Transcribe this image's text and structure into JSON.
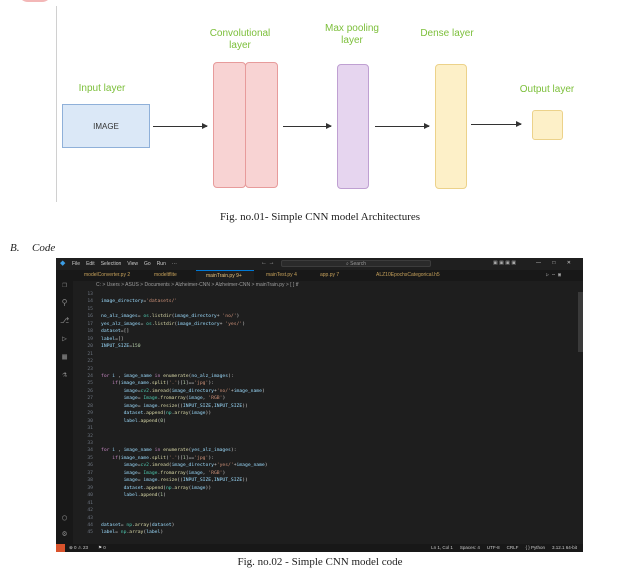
{
  "figure1": {
    "labels": {
      "input": "Input layer",
      "conv": "Convolutional layer",
      "pool": "Max pooling layer",
      "dense": "Dense layer",
      "output": "Output layer"
    },
    "image_box": "IMAGE",
    "caption": "Fig. no.01- Simple CNN model Architectures"
  },
  "section": {
    "letter": "B.",
    "title": "Code"
  },
  "editor": {
    "menu": [
      "File",
      "Edit",
      "Selection",
      "View",
      "Go",
      "Run",
      "···"
    ],
    "search": "Search",
    "tabs": [
      {
        "label": "modelConverter.py 2",
        "active": false
      },
      {
        "label": "modeltflite",
        "active": false
      },
      {
        "label": "mainTrain.py 9+",
        "active": true
      },
      {
        "label": "mainTest.py 4",
        "active": false
      },
      {
        "label": "app.py 7",
        "active": false
      },
      {
        "label": "ALZ10EpochsCategorical.h5",
        "active": false
      }
    ],
    "breadcrumb": "C: > Users > ASUS > Documents > Alzheimer-CNN > Alzheimer-CNN > mainTrain.py > [ ] tf",
    "status_left": [
      "⊗ 0 ⚠ 23",
      "⚑ 0"
    ],
    "status_right": [
      "Ln 1, Col 1",
      "Spaces: 4",
      "UTF-8",
      "CRLF",
      "{ } Python",
      "3.12.1 64-bit"
    ]
  },
  "code_lines": [
    {
      "n": "13",
      "t": ""
    },
    {
      "n": "14",
      "t": "image_directory='datasets/'"
    },
    {
      "n": "15",
      "t": ""
    },
    {
      "n": "16",
      "t": "no_alz_images= os.listdir(image_directory+ 'no/')"
    },
    {
      "n": "17",
      "t": "yes_alz_images= os.listdir(image_directory+ 'yes/')"
    },
    {
      "n": "18",
      "t": "dataset=[]"
    },
    {
      "n": "19",
      "t": "label=[]"
    },
    {
      "n": "20",
      "t": "INPUT_SIZE=150"
    },
    {
      "n": "21",
      "t": ""
    },
    {
      "n": "22",
      "t": ""
    },
    {
      "n": "23",
      "t": ""
    },
    {
      "n": "24",
      "t": "for i , image_name in enumerate(no_alz_images):"
    },
    {
      "n": "25",
      "t": "    if(image_name.split('.')[1]=='jpg'):"
    },
    {
      "n": "26",
      "t": "        image=cv2.imread(image_directory+'no/'+image_name)"
    },
    {
      "n": "27",
      "t": "        image= Image.fromarray(image, 'RGB')"
    },
    {
      "n": "28",
      "t": "        image= image.resize((INPUT_SIZE,INPUT_SIZE))"
    },
    {
      "n": "29",
      "t": "        dataset.append(np.array(image))"
    },
    {
      "n": "30",
      "t": "        label.append(0)"
    },
    {
      "n": "31",
      "t": ""
    },
    {
      "n": "32",
      "t": ""
    },
    {
      "n": "33",
      "t": ""
    },
    {
      "n": "34",
      "t": "for i , image_name in enumerate(yes_alz_images):"
    },
    {
      "n": "35",
      "t": "    if(image_name.split('.')[1]=='jpg'):"
    },
    {
      "n": "36",
      "t": "        image=cv2.imread(image_directory+'yes/'+image_name)"
    },
    {
      "n": "37",
      "t": "        image= Image.fromarray(image, 'RGB')"
    },
    {
      "n": "38",
      "t": "        image= image.resize((INPUT_SIZE,INPUT_SIZE))"
    },
    {
      "n": "39",
      "t": "        dataset.append(np.array(image))"
    },
    {
      "n": "40",
      "t": "        label.append(1)"
    },
    {
      "n": "41",
      "t": ""
    },
    {
      "n": "42",
      "t": ""
    },
    {
      "n": "43",
      "t": ""
    },
    {
      "n": "44",
      "t": "dataset= np.array(dataset)"
    },
    {
      "n": "45",
      "t": "label= np.array(label)"
    }
  ],
  "caption2": "Fig. no.02 - Simple CNN model code"
}
